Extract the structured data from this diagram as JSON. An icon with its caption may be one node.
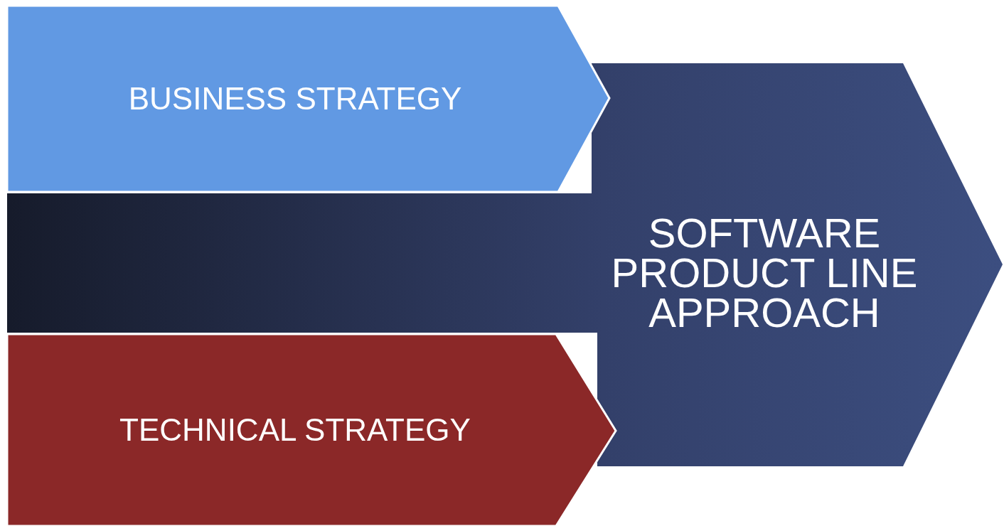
{
  "diagram": {
    "nodes": [
      {
        "text": [
          "BUSINESS STRATEGY"
        ]
      },
      {
        "text": [
          "SOFTWARE PRODUCT LINE APPROACH"
        ]
      },
      {
        "text": [
          "TECHNICAL STRATEGY"
        ]
      }
    ]
  }
}
